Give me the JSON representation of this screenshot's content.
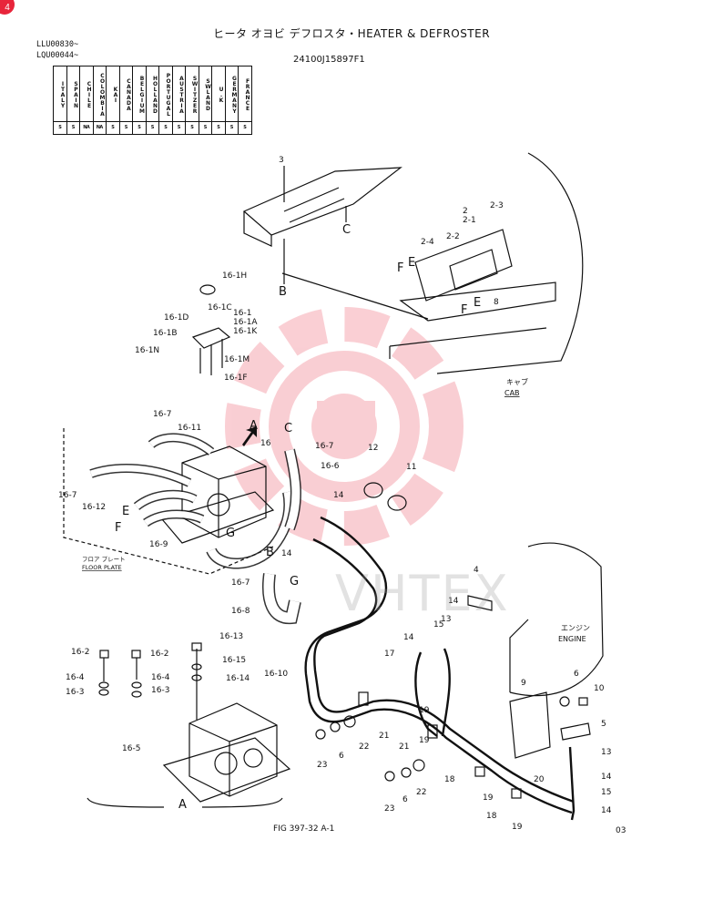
{
  "header": {
    "badge": "4",
    "title": "ヒータ オヨビ デフロスタ・HEATER & DEFROSTER",
    "part_no": "24100J15897F1",
    "serials": [
      "LLU00830~",
      "LQU00044~"
    ]
  },
  "country_table": {
    "countries": [
      "ITALY",
      "SPAIN",
      "CHILE",
      "COLOMBIA",
      "KAI",
      "CANADA",
      "BELGIUM",
      "HOLLAND",
      "PORTUGAL",
      "AUSTRIA",
      "SWITZER",
      "SWLAND",
      "U.K",
      "GERMANY",
      "FRANCE"
    ],
    "codes": [
      "S",
      "S",
      "NA",
      "NA",
      "S",
      "S",
      "S",
      "S",
      "S",
      "S",
      "S",
      "S",
      "S",
      "S",
      "S"
    ]
  },
  "labels": {
    "cab_jp": "キャブ",
    "cab_en": "CAB",
    "engine_jp": "エンジン",
    "engine_en": "ENGINE",
    "floor_jp": "フロア プレート",
    "floor_en": "FLOOR PLATE"
  },
  "callouts": [
    {
      "id": "c3",
      "text": "3"
    },
    {
      "id": "cC1",
      "text": "C"
    },
    {
      "id": "cB1",
      "text": "B"
    },
    {
      "id": "c2",
      "text": "2"
    },
    {
      "id": "c2-1",
      "text": "2-1"
    },
    {
      "id": "c2-3",
      "text": "2-3"
    },
    {
      "id": "c2-2",
      "text": "2-2"
    },
    {
      "id": "c2-4",
      "text": "2-4"
    },
    {
      "id": "cF1",
      "text": "F"
    },
    {
      "id": "cE1",
      "text": "E"
    },
    {
      "id": "cE2",
      "text": "E"
    },
    {
      "id": "cF2",
      "text": "F"
    },
    {
      "id": "c8",
      "text": "8"
    },
    {
      "id": "c16-1H",
      "text": "16-1H"
    },
    {
      "id": "c16-1C",
      "text": "16-1C"
    },
    {
      "id": "c16-1",
      "text": "16-1"
    },
    {
      "id": "c16-1D",
      "text": "16-1D"
    },
    {
      "id": "c16-1A",
      "text": "16-1A"
    },
    {
      "id": "c16-1B",
      "text": "16-1B"
    },
    {
      "id": "c16-1K",
      "text": "16-1K"
    },
    {
      "id": "c16-1N",
      "text": "16-1N"
    },
    {
      "id": "c16-1M",
      "text": "16-1M"
    },
    {
      "id": "c16-1F",
      "text": "16-1F"
    },
    {
      "id": "c16-7a",
      "text": "16-7"
    },
    {
      "id": "c16-11",
      "text": "16-11"
    },
    {
      "id": "cA1",
      "text": "A"
    },
    {
      "id": "c16",
      "text": "16"
    },
    {
      "id": "cC2",
      "text": "C"
    },
    {
      "id": "c16-7b",
      "text": "16-7"
    },
    {
      "id": "c16-6",
      "text": "16-6"
    },
    {
      "id": "c12",
      "text": "12"
    },
    {
      "id": "c11",
      "text": "11"
    },
    {
      "id": "c16-7c",
      "text": "16-7"
    },
    {
      "id": "c16-12",
      "text": "16-12"
    },
    {
      "id": "cE3",
      "text": "E"
    },
    {
      "id": "cF3",
      "text": "F"
    },
    {
      "id": "cG1",
      "text": "G"
    },
    {
      "id": "c16-9",
      "text": "16-9"
    },
    {
      "id": "c14a",
      "text": "14"
    },
    {
      "id": "cB2",
      "text": "B"
    },
    {
      "id": "c14b",
      "text": "14"
    },
    {
      "id": "cG2",
      "text": "G"
    },
    {
      "id": "c16-7d",
      "text": "16-7"
    },
    {
      "id": "c16-8",
      "text": "16-8"
    },
    {
      "id": "c4",
      "text": "4"
    },
    {
      "id": "c14c",
      "text": "14"
    },
    {
      "id": "c13a",
      "text": "13"
    },
    {
      "id": "c14d",
      "text": "14"
    },
    {
      "id": "c15a",
      "text": "15"
    },
    {
      "id": "c17",
      "text": "17"
    },
    {
      "id": "c16-13",
      "text": "16-13"
    },
    {
      "id": "c16-2a",
      "text": "16-2"
    },
    {
      "id": "c16-2b",
      "text": "16-2"
    },
    {
      "id": "c16-15",
      "text": "16-15"
    },
    {
      "id": "c16-10",
      "text": "16-10"
    },
    {
      "id": "c16-14",
      "text": "16-14"
    },
    {
      "id": "c16-4a",
      "text": "16-4"
    },
    {
      "id": "c16-4b",
      "text": "16-4"
    },
    {
      "id": "c16-3a",
      "text": "16-3"
    },
    {
      "id": "c16-3b",
      "text": "16-3"
    },
    {
      "id": "c16-5",
      "text": "16-5"
    },
    {
      "id": "cA2",
      "text": "A"
    },
    {
      "id": "c9",
      "text": "9"
    },
    {
      "id": "c6a",
      "text": "6"
    },
    {
      "id": "c10",
      "text": "10"
    },
    {
      "id": "c5",
      "text": "5"
    },
    {
      "id": "c19a",
      "text": "19"
    },
    {
      "id": "c21a",
      "text": "21"
    },
    {
      "id": "c22a",
      "text": "22"
    },
    {
      "id": "c6b",
      "text": "6"
    },
    {
      "id": "c23a",
      "text": "23"
    },
    {
      "id": "c21b",
      "text": "21"
    },
    {
      "id": "c19b",
      "text": "19"
    },
    {
      "id": "c18a",
      "text": "18"
    },
    {
      "id": "c6c",
      "text": "6"
    },
    {
      "id": "c22b",
      "text": "22"
    },
    {
      "id": "c23b",
      "text": "23"
    },
    {
      "id": "c19c",
      "text": "19"
    },
    {
      "id": "c18b",
      "text": "18"
    },
    {
      "id": "c19d",
      "text": "19"
    },
    {
      "id": "c20",
      "text": "20"
    },
    {
      "id": "c13b",
      "text": "13"
    },
    {
      "id": "c14e",
      "text": "14"
    },
    {
      "id": "c15b",
      "text": "15"
    },
    {
      "id": "c14f",
      "text": "14"
    }
  ],
  "footer": {
    "figure": "FIG 397-32 A-1",
    "sheet": "03"
  },
  "watermark": {
    "text": "VHTEX",
    "color": "#e8253b"
  }
}
